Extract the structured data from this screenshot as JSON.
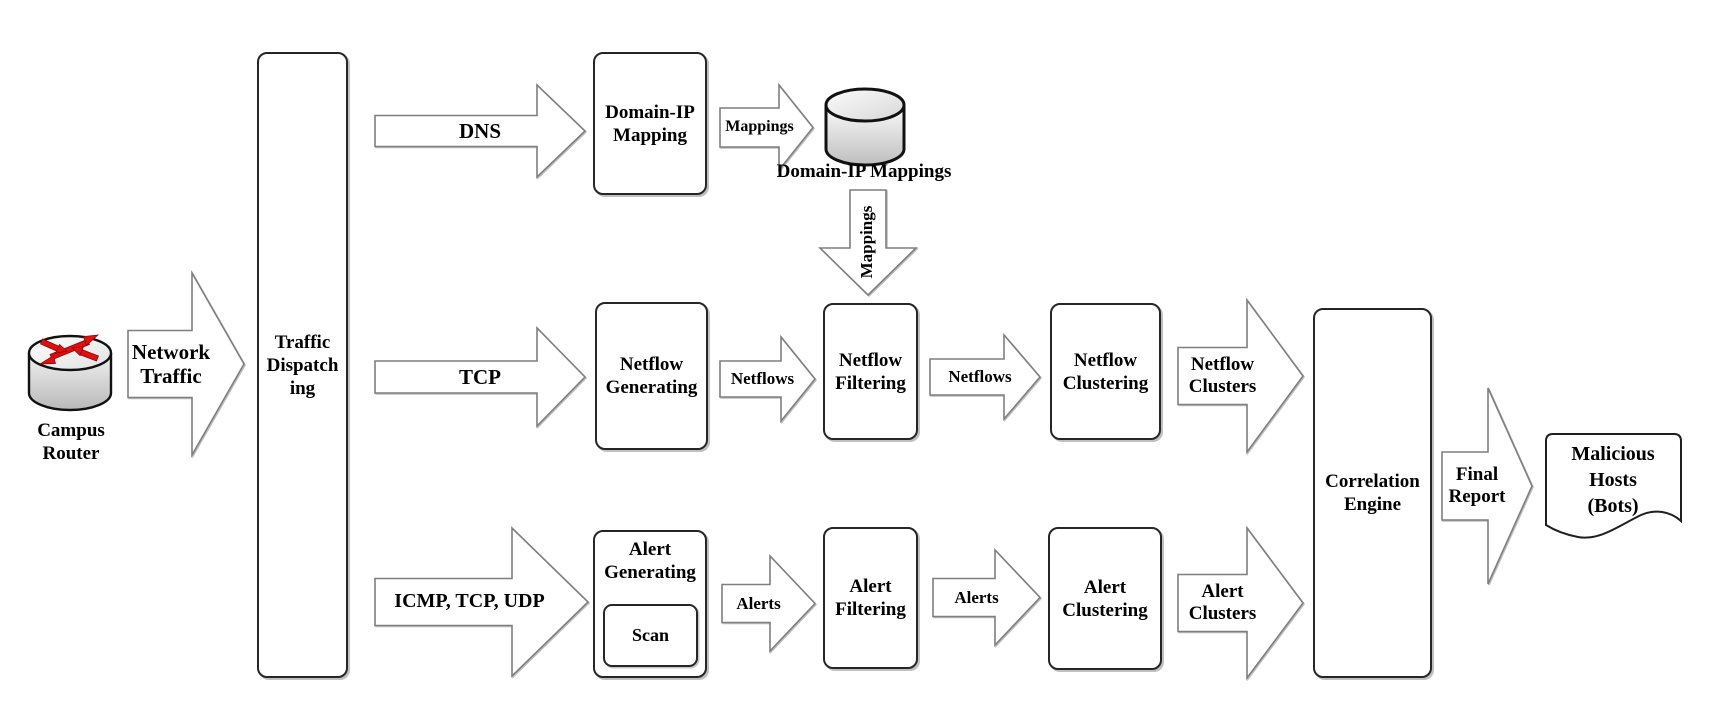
{
  "diagram": {
    "nodes": {
      "campus_router": {
        "label": "Campus Router",
        "icon": "router-cylinder-icon"
      },
      "traffic_dispatching": {
        "label": "Traffic Dispatching",
        "lines": [
          "Traffic",
          "Dispatch",
          "ing"
        ]
      },
      "domain_ip_mapping": {
        "label": "Domain-IP Mapping"
      },
      "domain_ip_mappings_store": {
        "label": "Domain-IP Mappings",
        "icon": "database-cylinder-icon"
      },
      "netflow_generating": {
        "label": "Netflow Generating"
      },
      "netflow_filtering": {
        "label": "Netflow Filtering"
      },
      "netflow_clustering": {
        "label": "Netflow Clustering"
      },
      "alert_generating": {
        "label": "Alert Generating",
        "sub_label": "Scan"
      },
      "alert_filtering": {
        "label": "Alert Filtering"
      },
      "alert_clustering": {
        "label": "Alert Clustering"
      },
      "correlation_engine": {
        "label": "Correlation Engine"
      },
      "malicious_hosts": {
        "label": "Malicious Hosts (Bots)",
        "icon": "document-icon"
      }
    },
    "edges": {
      "network_traffic": "Network Traffic",
      "dns": "DNS",
      "tcp": "TCP",
      "icmp_tcp_udp": "ICMP, TCP, UDP",
      "mappings_to_store": "Mappings",
      "mappings_to_filtering": "Mappings",
      "netflows_a": "Netflows",
      "netflows_b": "Netflows",
      "netflow_clusters": "Netflow Clusters",
      "alerts_a": "Alerts",
      "alerts_b": "Alerts",
      "alert_clusters": "Alert Clusters",
      "final_report": "Final Report"
    },
    "colors": {
      "shape_fill": "#ffffff",
      "box_border": "#262626",
      "block_arrow_border": "#7f7f7f",
      "router_arrow_red": "#dd1111",
      "cylinder_gray": "#c0c0c0"
    }
  }
}
